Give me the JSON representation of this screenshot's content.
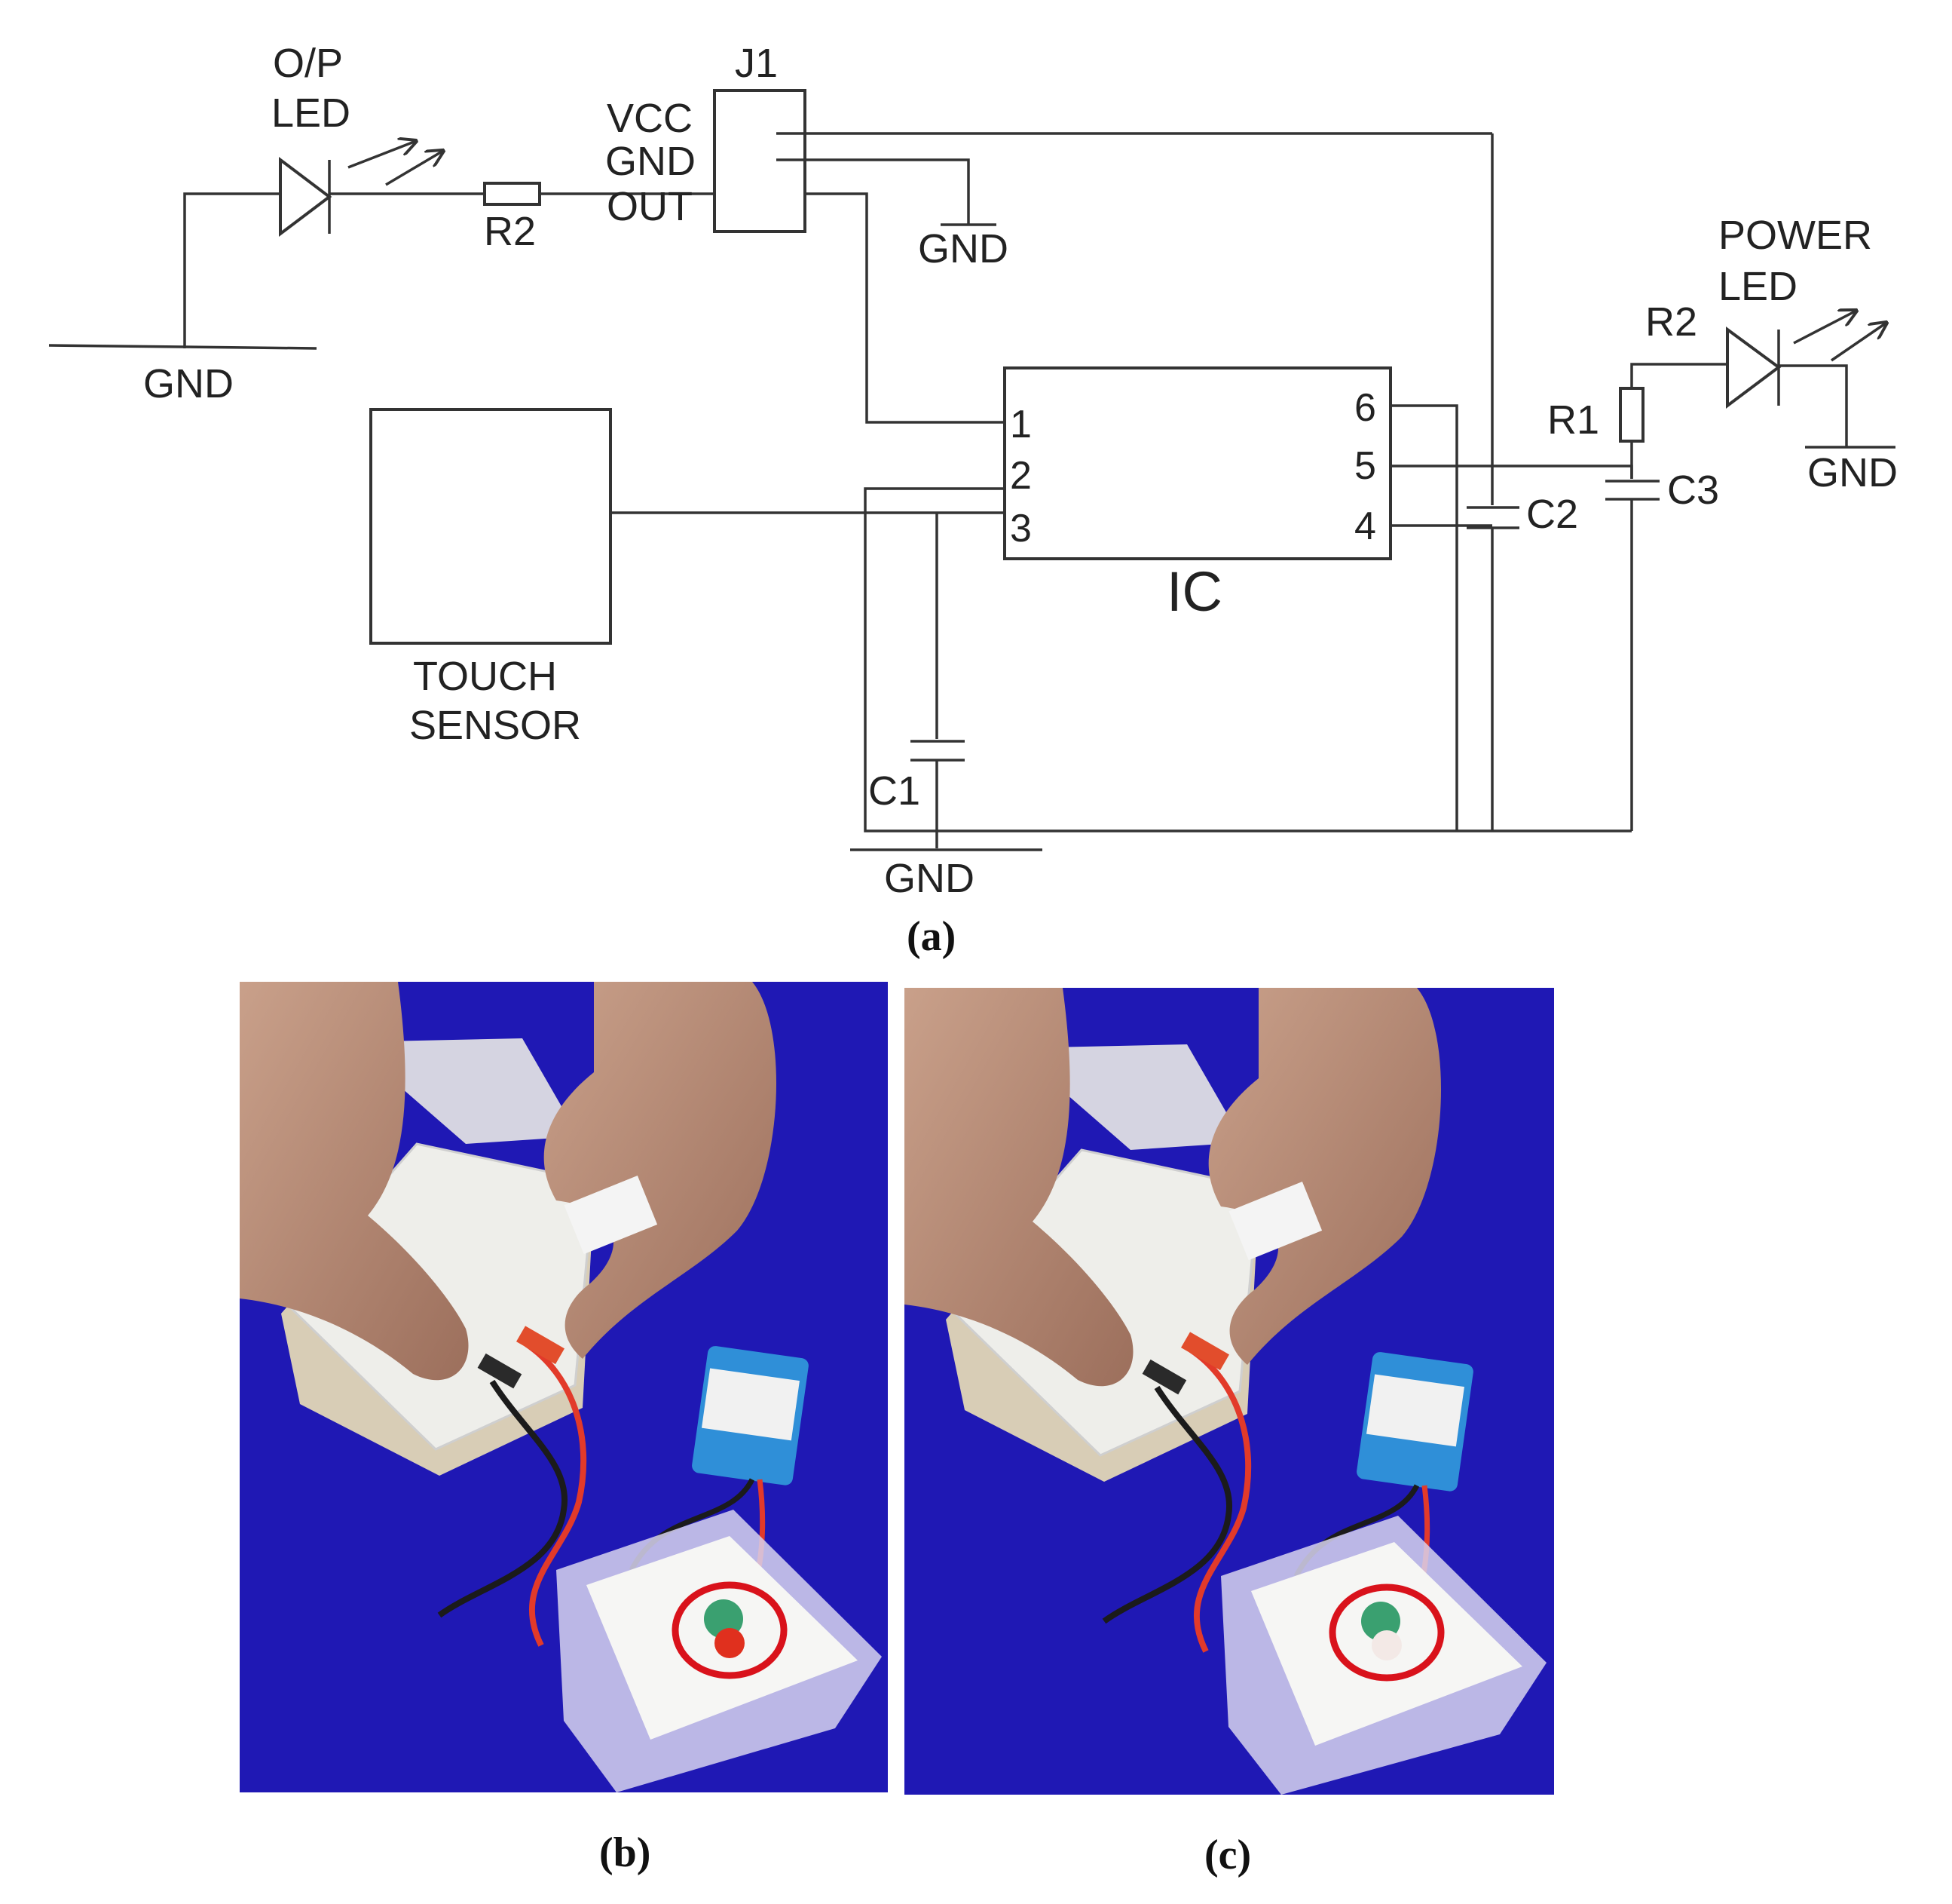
{
  "panels": {
    "a": {
      "caption": "(a)",
      "labels": {
        "op_led": [
          "O/P",
          "LED"
        ],
        "j1": "J1",
        "j1_pins": [
          "VCC",
          "GND",
          "OUT"
        ],
        "r2_left": "R2",
        "gnd_left": "GND",
        "gnd_j1": "GND",
        "power_led": [
          "POWER",
          "LED"
        ],
        "r2_right": "R2",
        "r1": "R1",
        "c3": "C3",
        "c2": "C2",
        "gnd_power": "GND",
        "ic": "IC",
        "ic_pins_left": [
          "1",
          "2",
          "3"
        ],
        "ic_pins_right": [
          "6",
          "5",
          "4"
        ],
        "touch_sensor": [
          "TOUCH",
          "SENSOR"
        ],
        "c1": "C1",
        "gnd_bottom": "GND"
      }
    },
    "b": {
      "caption": "(b)",
      "led_state": "on",
      "led_color": "#e0301e"
    },
    "c": {
      "caption": "(c)",
      "led_state": "off",
      "led_color": "#f3e9e6"
    }
  },
  "colors": {
    "tabletop": "#1f18b4",
    "highlight_circle": "#d9121b",
    "battery": "#2f8fd8",
    "wire_red": "#e23a2a",
    "wire_black": "#1b1b1b"
  }
}
